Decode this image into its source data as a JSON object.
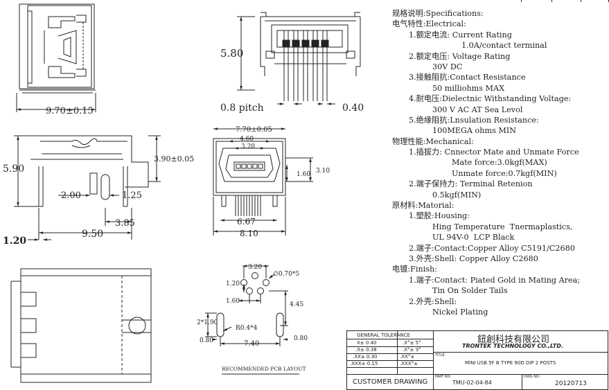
{
  "dims": {
    "top_width": "9.70±0.15",
    "top_height": "5.80",
    "pitch": "0.8 pitch",
    "pin_width": "0.40",
    "front_outer": "7.70±0.05",
    "front_460": "4.60",
    "front_320": "3.20",
    "front_310": "3.10",
    "front_160": "1.60",
    "front_667": "6.67",
    "front_810": "8.10",
    "side_height": "5.90",
    "side_390": "3.90±0.05",
    "side_200": "2.00",
    "side_125": "1.25",
    "side_385": "3.85",
    "side_950": "9.50",
    "side_120": "1.20",
    "pcb_320": "3.20",
    "pcb_hole": "∅0.70*5",
    "pcb_120": "1.20",
    "pcb_160": "1.60",
    "pcb_445": "4.45",
    "pcb_slot": "2*1.90",
    "pcb_radius": "R0.4*4",
    "pcb_080_left": "0.80",
    "pcb_740": "7.40",
    "pcb_080_right": "0.80",
    "pcb_caption": "RECOMMENDED PCB LAYOUT"
  },
  "spec": [
    {
      "indent": "l0",
      "text": "规格说明:Specifications:"
    },
    {
      "indent": "l0",
      "text": "电气特性:Electrical:"
    },
    {
      "indent": "l1",
      "text": "1.额定电流: Current Rating"
    },
    {
      "indent": "l2c",
      "text": "1.0A/contact terminal"
    },
    {
      "indent": "l1",
      "text": "2.额定电压: Voltage Rating"
    },
    {
      "indent": "l2",
      "text": "30V DC"
    },
    {
      "indent": "l1",
      "text": "3.接触阻抗:Contact Resistance"
    },
    {
      "indent": "l2",
      "text": "50 milliohms MAX"
    },
    {
      "indent": "l1",
      "text": "4.耐电压:Dielectnic Withstanding Voltage:"
    },
    {
      "indent": "l2",
      "text": "300 V AC AT Sea Levol"
    },
    {
      "indent": "l1",
      "text": "5.绝缘阻抗:Lnsulation Resistance:"
    },
    {
      "indent": "l2",
      "text": "100MEGA ohms MIN"
    },
    {
      "indent": "l0",
      "text": "物理性能:Mechanical:"
    },
    {
      "indent": "l1",
      "text": "1.插拔力: Cnnector Mate and Unmate Force"
    },
    {
      "indent": "l2b",
      "text": "Mate force:3.0kgf(MAX)"
    },
    {
      "indent": "l2b",
      "text": "Unmate force:0.7kgf(MIN)"
    },
    {
      "indent": "l1",
      "text": "2.端子保持力: Terminal Retenion"
    },
    {
      "indent": "l2",
      "text": "0.5kgf(MIN)"
    },
    {
      "indent": "l0",
      "text": "原材料:Matorial:"
    },
    {
      "indent": "l1",
      "text": "1.塑胶:Housing:"
    },
    {
      "indent": "l2",
      "text": "Hing Temperature  Tnermaplastics,"
    },
    {
      "indent": "l2",
      "text": "UL 94V-0  LCP Black"
    },
    {
      "indent": "l1",
      "text": "2.端子:Contact:Copper Alloy C5191/C2680"
    },
    {
      "indent": "l1",
      "text": "3.外壳:Shell: Copper Alloy C2680"
    },
    {
      "indent": "l0",
      "text": "电镀:Finish:"
    },
    {
      "indent": "l1",
      "text": "1.端子:Contact: Piated Gold in Mating Area;"
    },
    {
      "indent": "l2",
      "text": "Tin On Solder Tails"
    },
    {
      "indent": "l1",
      "text": "2.外壳:Shell:"
    },
    {
      "indent": "l2",
      "text": "Nickel Plating"
    }
  ],
  "titleblock": {
    "tol_header": "GENERAL TOLERANCE",
    "tol_rows": [
      [
        "X± 0.40",
        ".X°± 5°"
      ],
      [
        ".X± 0.38",
        ".X°± 3°"
      ],
      [
        ".XX± 0.30",
        ".XX°±"
      ],
      [
        ".XXX± 0.15",
        ".XXX°±"
      ]
    ],
    "company_cn": "鈕創科技有限公司",
    "company_en": "TRONTEK TECHNOLOGY CO.,LTD.",
    "title_label": "TITLE:",
    "title": "MINI USB 5F B TYPE 90D DIP 2 POSTS",
    "customer": "CUSTOMER DRAWING",
    "part_label": "PART NO:",
    "part_no": "TMU-02-04-84",
    "dwg_label": "DWG NO:",
    "dwg_no": "20120713"
  }
}
